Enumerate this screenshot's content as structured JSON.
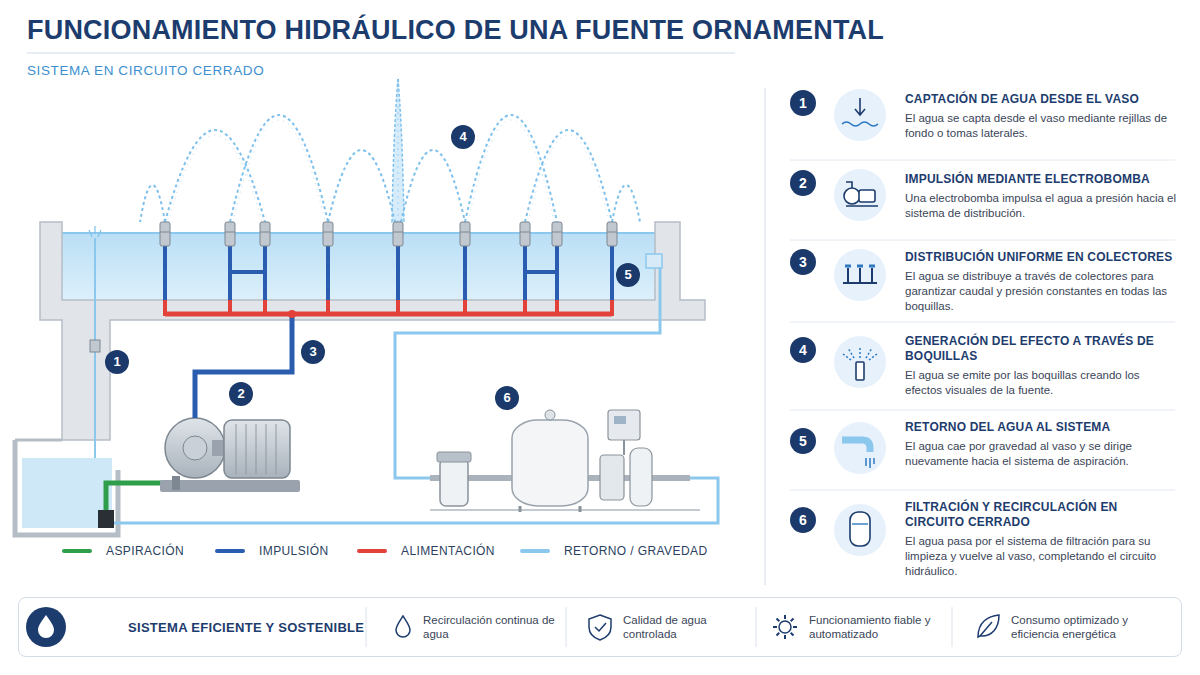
{
  "diagram": {
    "title": "FUNCIONAMIENTO HIDRÁULICO DE UNA FUENTE ORNAMENTAL",
    "nodes": [
      {
        "text": [
          "CAPTACIÓN DE AGUA DESDE EL VASO",
          "El agua se capta desde el vaso mediante rejillas de fondo o tomas laterales."
        ]
      },
      {
        "text": [
          "IMPULSIÓN MEDIANTE ELECTROBOMBA",
          "Una electrobomba impulsa el agua a presión hacia el sistema de distribución."
        ]
      },
      {
        "text": [
          "DISTRIBUCIÓN UNIFORME EN COLECTORES",
          "El agua se distribuye a través de colectores para garantizar caudal y presión constantes en todas las boquillas."
        ]
      },
      {
        "text": [
          "GENERACIÓN DEL EFECTO A TRAVÉS DE BOQUILLAS",
          "El agua se emite por las boquillas creando los efectos visuales de la fuente."
        ]
      },
      {
        "text": [
          "RETORNO DEL AGUA AL SISTEMA",
          "El agua cae por gravedad al vaso y se dirige nuevamente hacia el sistema de aspiración."
        ]
      },
      {
        "text": [
          "FILTRACIÓN Y RECIRCULACIÓN EN CIRCUITO CERRADO",
          "El agua pasa por el sistema de filtración para su limpieza y vuelve al vaso, completando el circuito hidráulico."
        ]
      },
      {
        "text": [
          "SISTEMA EFICIENTE Y SOSTENIBLE"
        ]
      },
      {
        "text": [
          "Recirculación continua de agua"
        ],
        "in": 6
      },
      {
        "text": [
          "Calidad de agua controlada"
        ],
        "in": 6
      },
      {
        "text": [
          "Funcionamiento fiable y automatizado"
        ],
        "in": 6
      },
      {
        "text": [
          "Consumo optimizado y eficiencia energética"
        ],
        "in": 6
      }
    ],
    "labels": [
      "SISTEMA EN CIRCUITO CERRADO",
      "1",
      "2",
      "3",
      "4",
      "5",
      "6",
      "1",
      "2",
      "3",
      "4",
      "5",
      "6"
    ],
    "legend": [
      {
        "text": "ASPIRACIÓN",
        "color": "#2e9e4a"
      },
      {
        "text": "IMPULSIÓN",
        "color": "#2a5db0"
      },
      {
        "text": "ALIMENTACIÓN",
        "color": "#e2423a"
      },
      {
        "text": "RETORNO / GRAVEDAD",
        "color": "#8cc7ee"
      }
    ]
  }
}
